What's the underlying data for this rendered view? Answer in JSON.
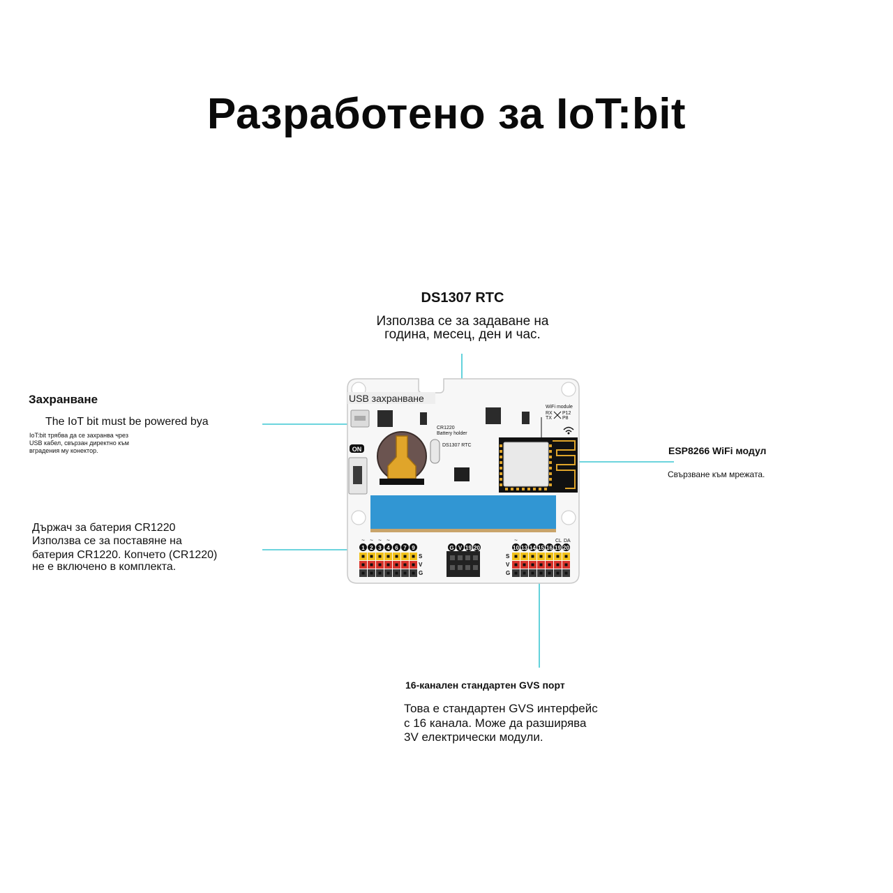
{
  "title": "Разработено за IoT:bit",
  "callouts": {
    "rtc": {
      "heading": "DS1307 RTC",
      "lines": [
        "Използва се за задаване на",
        "година, месец, ден и час."
      ]
    },
    "power": {
      "heading": "Захранване",
      "subtitle": "The IoT bit must be powered bya",
      "lines": [
        "IoT:bit трябва да се захранва чрез",
        "USB кабел, свързан директно към",
        "вградения му конектор."
      ]
    },
    "wifi": {
      "heading": "ESP8266 WiFi модул",
      "line": "Свързване към мрежата."
    },
    "battery": {
      "lines": [
        "Държач за батерия CR1220",
        "Използва се за поставяне на",
        "батерия CR1220. Копчето (CR1220)",
        "не е включено в комплекта."
      ]
    },
    "gvs": {
      "heading": "16-канален стандартен GVS порт",
      "lines": [
        "Това е стандартен GVS интерфейс",
        "с 16 канала. Може да разширява",
        "3V електрически модули."
      ]
    }
  },
  "board": {
    "usb_label": "USB захранване",
    "on_label": "ON",
    "battery_label": [
      "CR1220",
      "Battery holder"
    ],
    "rtc_label": "DS1307 RTC",
    "wifi_label": "WiFi module",
    "rx_label": "RX",
    "tx_label": "TX",
    "p12_label": "P12",
    "p8_label": "P8",
    "left_pins": [
      "1",
      "2",
      "3",
      "4",
      "6",
      "7",
      "9"
    ],
    "mid_pins": [
      "G",
      "V",
      "19",
      "20"
    ],
    "right_pins": [
      "10",
      "13",
      "14",
      "15",
      "16",
      "19",
      "20"
    ],
    "cl_label": "CL",
    "da_label": "DA",
    "row_labels": [
      "S",
      "V",
      "G"
    ],
    "tilde": "~"
  },
  "colors": {
    "accent_line": "#3cc6d2",
    "edge_connector": "#3196d3",
    "pin_s": "#f2c21b",
    "pin_v": "#d9342b",
    "pin_g": "#3a3a3a",
    "battery_coin": "#6b5450",
    "battery_clip": "#e0a52a"
  }
}
